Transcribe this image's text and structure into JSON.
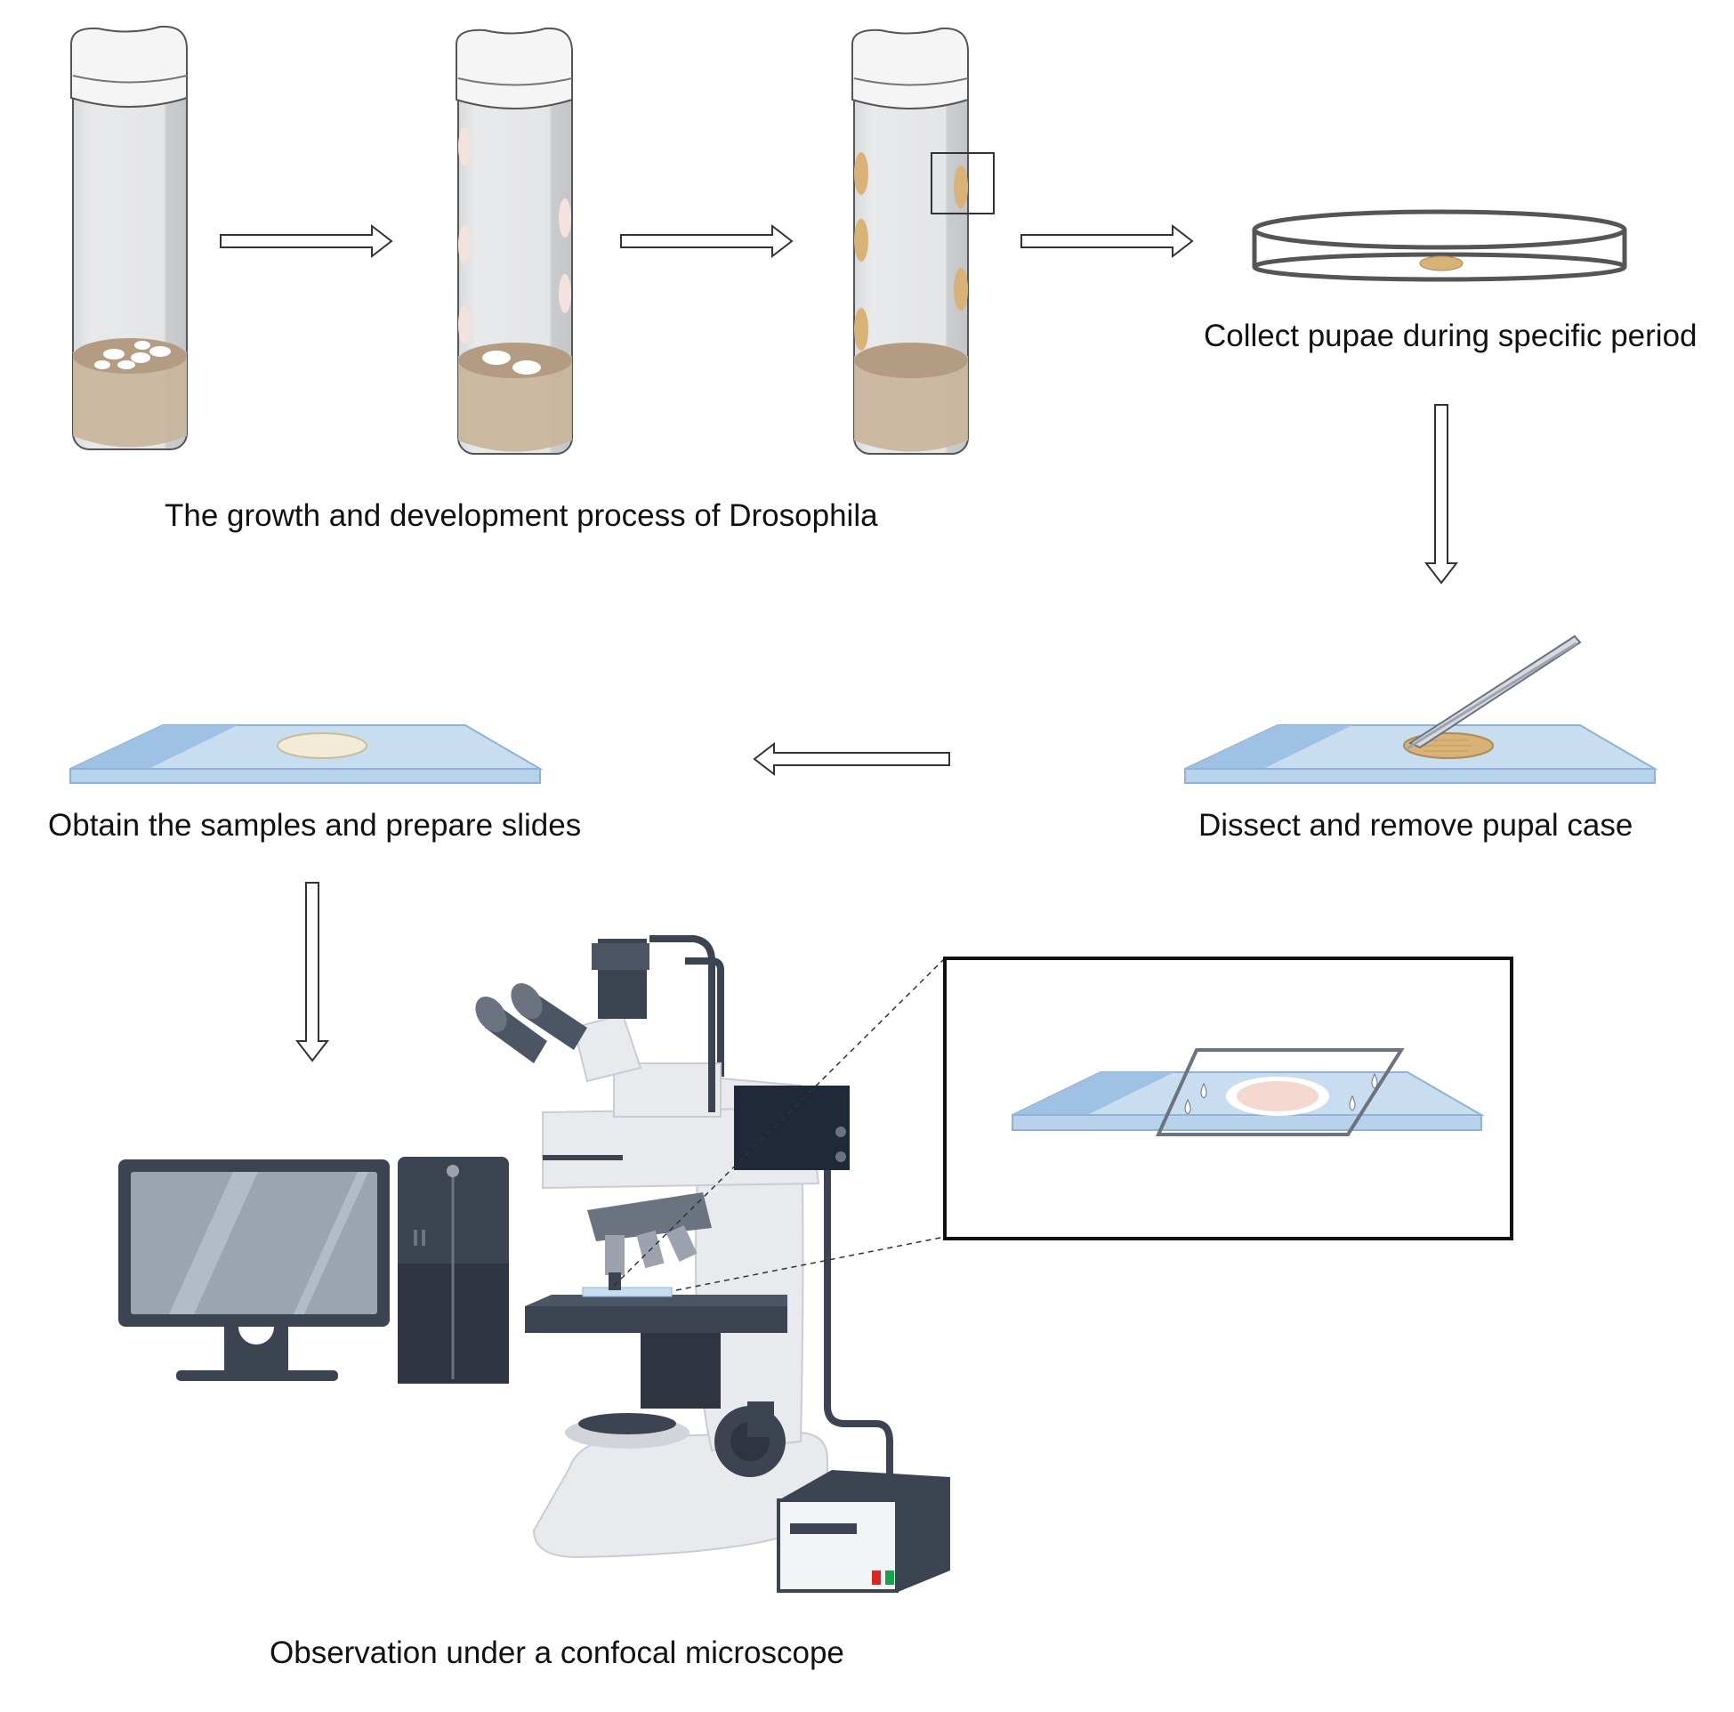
{
  "steps": {
    "growth_label": "The growth and development process of Drosophila",
    "collect_label": "Collect pupae during specific period",
    "dissect_label": "Dissect and remove pupal case",
    "obtain_label": "Obtain the samples and prepare slides",
    "observe_label": "Observation under a confocal microscope"
  },
  "colors": {
    "tube_glass": "#e4e5e7",
    "tube_shadow": "#c9cacc",
    "food_medium": "#c9b49a",
    "food_top": "#b39c82",
    "pupa": "#d9b278",
    "slide_blue": "#c9ddf0",
    "slide_frosted": "#9fc1e3",
    "microscope_body": "#e8eaee",
    "dark_parts": "#3c4452",
    "arrow_outline": "#333333"
  },
  "icons": [
    "vial-icon",
    "petri-dish-icon",
    "glass-slide-icon",
    "forceps-icon",
    "microscope-icon",
    "monitor-icon",
    "computer-tower-icon",
    "power-supply-icon"
  ]
}
